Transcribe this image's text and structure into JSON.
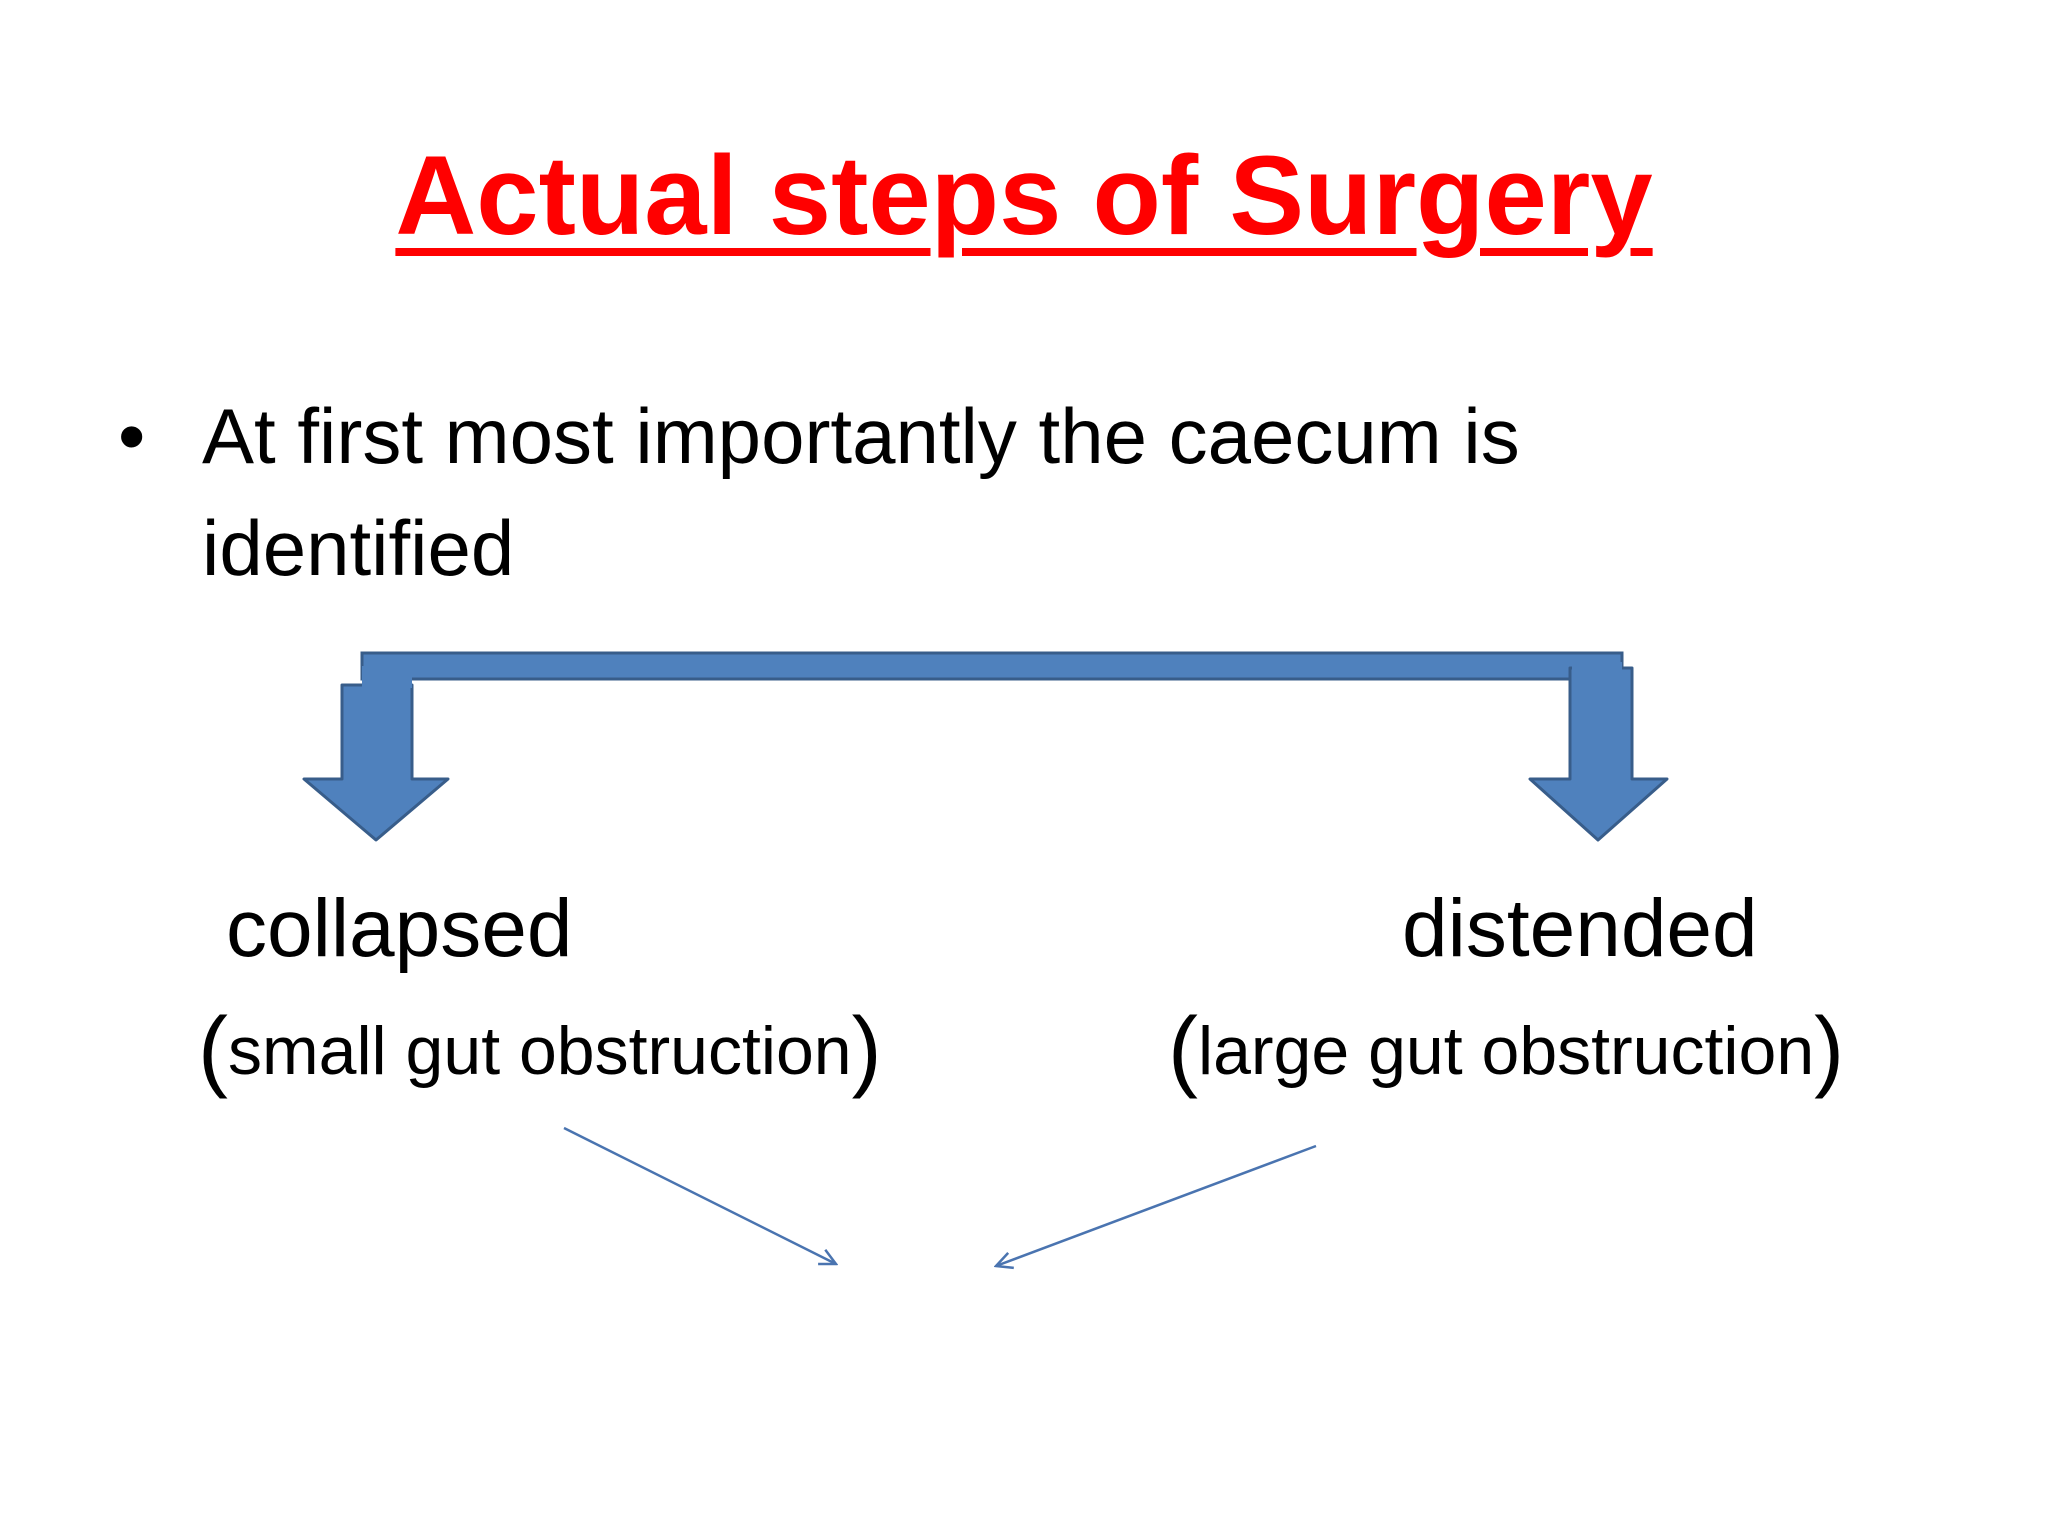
{
  "slide": {
    "title": "Actual steps of Surgery",
    "bullet": {
      "marker": "•",
      "lines": [
        "At first most importantly the caecum is",
        "identified"
      ]
    },
    "left_branch": {
      "label": "collapsed",
      "detail_open": "(",
      "detail_text": "small gut obstruction",
      "detail_close": ")"
    },
    "right_branch": {
      "label": "distended",
      "detail_open": "(",
      "detail_text": "large gut obstruction",
      "detail_close": ")"
    }
  },
  "colors": {
    "title": "#ff0000",
    "arrow_fill": "#4f81bd",
    "arrow_stroke": "#385d8a",
    "thin_arrow": "#4a74b0",
    "text": "#000000"
  }
}
